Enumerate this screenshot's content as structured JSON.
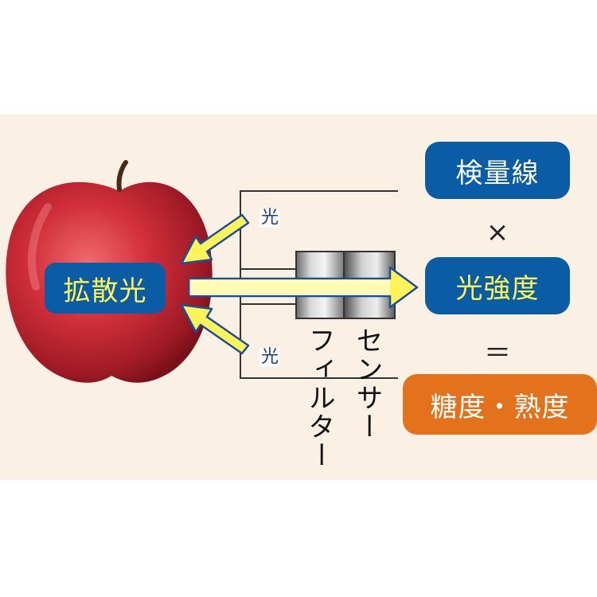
{
  "labels": {
    "inspection_line": "検量線",
    "times": "×",
    "light_intensity": "光強度",
    "equals": "＝",
    "result": "糖度・熟度",
    "diffuse_light": "拡散光",
    "light_top": "光",
    "light_bottom": "光",
    "filter": "フィルター",
    "sensor": "センサー"
  },
  "colors": {
    "blue_pill": "#0a5ca4",
    "orange_pill": "#e4711b",
    "highlight_text": "#fff35a",
    "arrow_fill": "#fff35a",
    "background_panel": "#faf1e4"
  }
}
